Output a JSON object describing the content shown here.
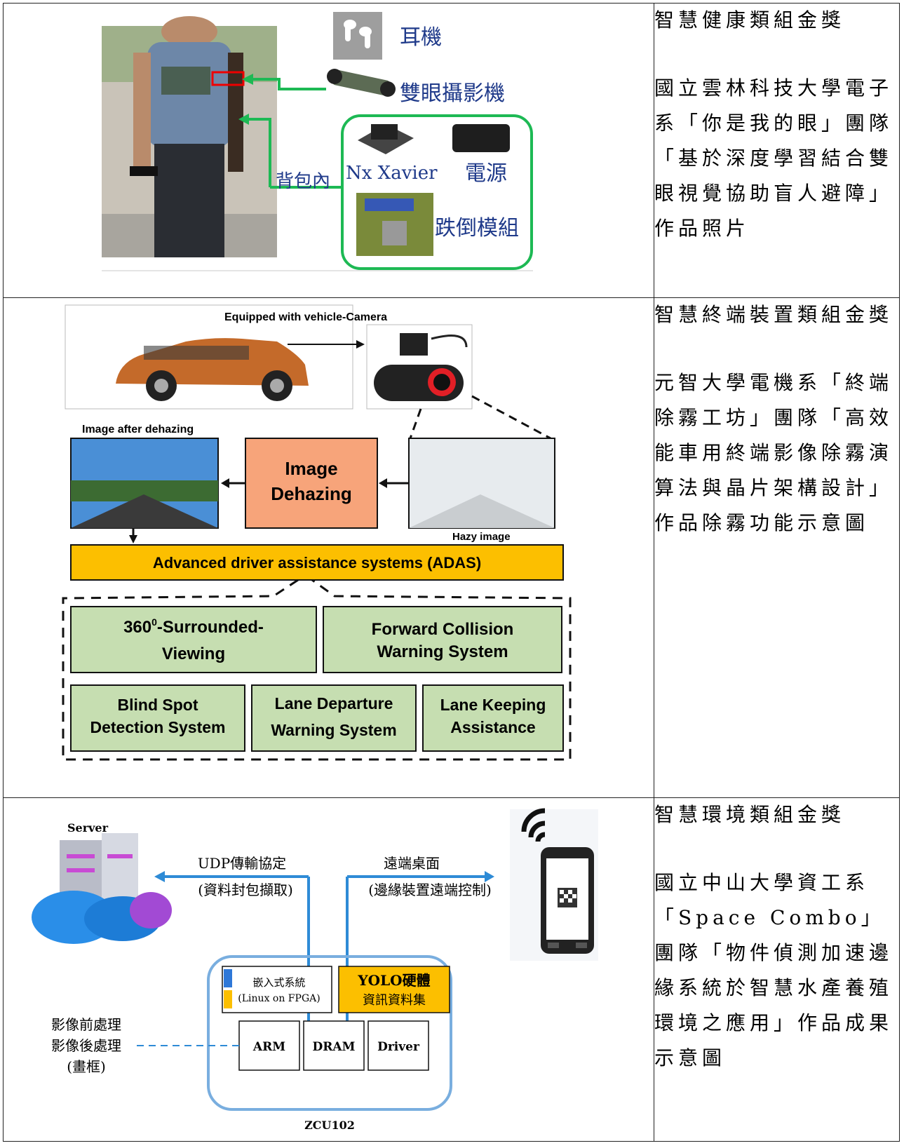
{
  "rows": [
    {
      "award": "智慧健康類組金獎",
      "description": "國立雲林科技大學電子系「你是我的眼」團隊「基於深度學習結合雙眼視覺協助盲人避障」作品照片",
      "figure": {
        "earphone": "耳機",
        "stereo_camera": "雙眼攝影機",
        "in_backpack": "背包內",
        "nx_xavier": "Nx Xavier",
        "power": "電源",
        "fall_module": "跌倒模組"
      }
    },
    {
      "award": "智慧終端裝置類組金獎",
      "description": "元智大學電機系「終端除霧工坊」團隊「高效能車用終端影像除霧演算法與晶片架構設計」作品除霧功能示意圖",
      "figure": {
        "equipped": "Equipped with vehicle-Camera",
        "after_dehazing": "Image after dehazing",
        "dehazing_line1": "Image",
        "dehazing_line2": "Dehazing",
        "hazy": "Hazy image",
        "adas": "Advanced driver assistance systems (ADAS)",
        "surround_line1": "360",
        "surround_sup": "0",
        "surround_line1b": "-Surrounded-",
        "surround_line2": "Viewing",
        "fcw_line1": "Forward Collision",
        "fcw_line2": "Warning System",
        "blind_line1": "Blind Spot",
        "blind_line2": "Detection System",
        "ldw_line1": "Lane Departure",
        "ldw_line2": "Warning System",
        "lka_line1": "Lane Keeping",
        "lka_line2": "Assistance"
      }
    },
    {
      "award": "智慧環境類組金獎",
      "description": "國立中山大學資工系「Space Combo」團隊「物件偵測加速邊緣系統於智慧水產養殖環境之應用」作品成果示意圖",
      "figure": {
        "server": "Server",
        "udp": "UDP傳輸協定",
        "udp_sub": "(資料封包擷取)",
        "remote": "遠端桌面",
        "remote_sub": "(邊緣裝置遠端控制)",
        "embedded": "嵌入式系統",
        "embedded_sub": "(Linux on FPGA)",
        "yolo": "YOLO硬體",
        "yolo_sub": "資訊資料集",
        "arm": "ARM",
        "dram": "DRAM",
        "driver": "Driver",
        "pre": "影像前處理",
        "post": "影像後處理",
        "frame": "(畫框)",
        "board": "ZCU102"
      }
    }
  ]
}
